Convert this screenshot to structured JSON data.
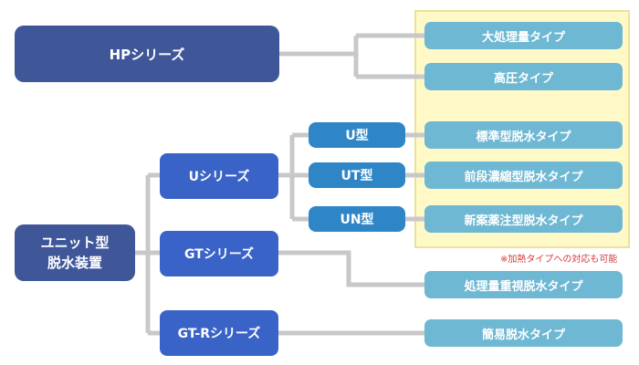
{
  "root": {
    "line1": "ユニット型",
    "line2": "脱水装置"
  },
  "hp": {
    "label": "HPシリーズ",
    "children": [
      "大処理量タイプ",
      "高圧タイプ"
    ]
  },
  "u_series": {
    "label": "Uシリーズ",
    "types": [
      {
        "label": "U型",
        "child": "標準型脱水タイプ"
      },
      {
        "label": "UT型",
        "child": "前段濃縮型脱水タイプ"
      },
      {
        "label": "UN型",
        "child": "新案薬注型脱水タイプ"
      }
    ]
  },
  "gt": {
    "label": "GTシリーズ",
    "child": "処理量重視脱水タイプ"
  },
  "gtr": {
    "label": "GT-Rシリーズ",
    "child": "簡易脱水タイプ"
  },
  "note": "※加熱タイプへの対応も可能",
  "colors": {
    "line": "#c8c8c8",
    "navy": "#3f5799",
    "blue": "#3a63c8",
    "mid": "#2f86c7",
    "leaf": "#6eb8d3",
    "highlight": "#fff9c8",
    "note": "#d33a3a"
  }
}
